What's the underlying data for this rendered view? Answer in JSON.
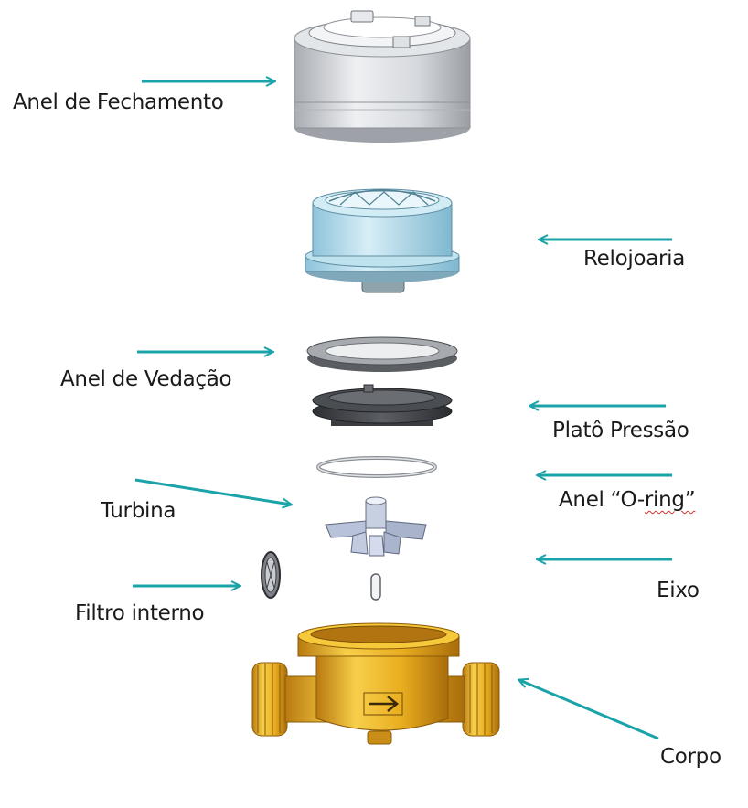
{
  "colors": {
    "arrow": "#1aa3a8",
    "brass": "#e8b020",
    "dial": "#bfe2ef",
    "metal": "#cfd3d8",
    "dark": "#3d3f44"
  },
  "labels": {
    "anel_fechamento": "Anel de Fechamento",
    "relojoaria": "Relojoaria",
    "anel_vedacao": "Anel de Vedação",
    "plato_pressao": "Platô Pressão",
    "anel_oring_prefix": "Anel “O-",
    "anel_oring_suffix": "ring”",
    "turbina": "Turbina",
    "eixo": "Eixo",
    "filtro_interno": "Filtro interno",
    "corpo": "Corpo"
  }
}
